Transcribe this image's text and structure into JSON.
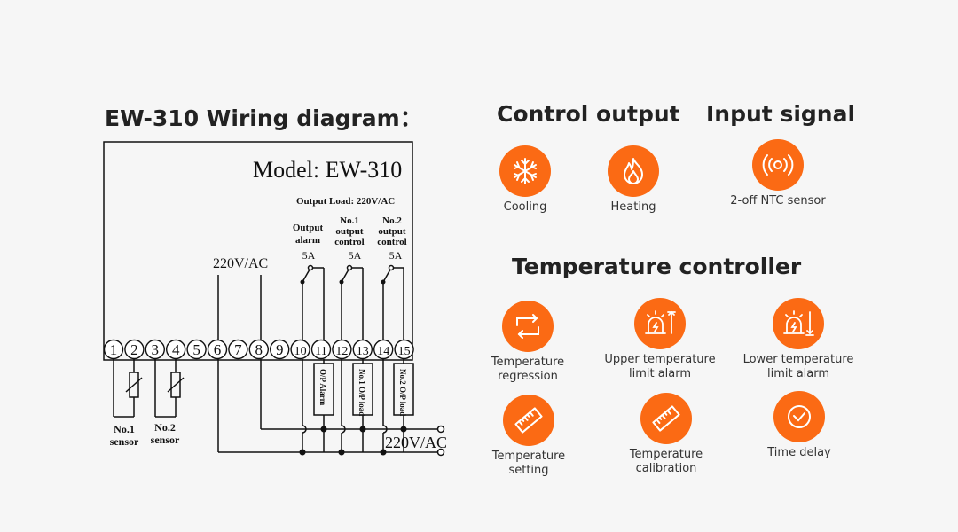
{
  "headings": {
    "wiring": "EW-310 Wiring diagram：",
    "control_output": "Control output",
    "input_signal": "Input signal",
    "temp_controller": "Temperature controller"
  },
  "diagram": {
    "model": "Model: EW-310",
    "output_load": "Output Load: 220V/AC",
    "power_label": "220V/AC",
    "bottom_power_label": "220V/AC",
    "output_alarm": [
      "Output",
      "alarm"
    ],
    "no1_output": [
      "No.1",
      "output",
      "control"
    ],
    "no2_output": [
      "No.2",
      "output",
      "control"
    ],
    "relay_ratings": [
      "5A",
      "5A",
      "5A"
    ],
    "terminals": [
      "1",
      "2",
      "3",
      "4",
      "5",
      "6",
      "7",
      "8",
      "9",
      "10",
      "11",
      "12",
      "13",
      "14",
      "15"
    ],
    "loads": [
      "O/P Alarm",
      "No.1 O/P load",
      "No.2 O/P load"
    ],
    "sensors": [
      [
        "No.1",
        "sensor"
      ],
      [
        "No.2",
        "sensor"
      ]
    ]
  },
  "control_output": [
    {
      "label": "Cooling",
      "icon": "snowflake-icon"
    },
    {
      "label": "Heating",
      "icon": "flame-icon"
    }
  ],
  "input_signal": [
    {
      "label": "2-off NTC sensor",
      "icon": "signal-icon"
    }
  ],
  "temp_controller": [
    {
      "label": "Temperature\nregression",
      "icon": "regression-icon"
    },
    {
      "label": "Upper temperature\nlimit alarm",
      "icon": "upper-alarm-icon"
    },
    {
      "label": "Lower temperature\nlimit alarm",
      "icon": "lower-alarm-icon"
    },
    {
      "label": "Temperature\nsetting",
      "icon": "ruler-icon"
    },
    {
      "label": "Temperature\ncalibration",
      "icon": "ruler-icon"
    },
    {
      "label": "Time delay",
      "icon": "clock-icon"
    }
  ],
  "colors": {
    "accent": "#fb6a14",
    "line": "#111111"
  }
}
